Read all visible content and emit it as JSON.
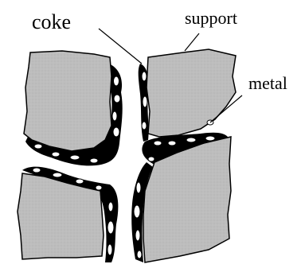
{
  "labels": {
    "coke": "coke",
    "support": "support",
    "metal": "metal"
  },
  "colors": {
    "support_fill": "#bdbdbd",
    "coke_fill": "#000000",
    "metal_fill": "#ffffff",
    "outline": "#000000",
    "background": "#ffffff"
  }
}
